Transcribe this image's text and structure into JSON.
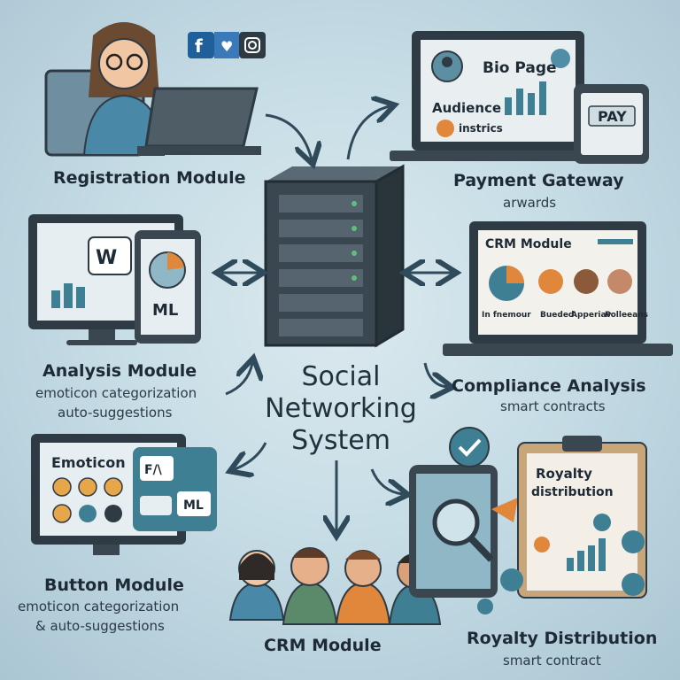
{
  "center": {
    "line1": "Social",
    "line2": "Networking",
    "line3": "System"
  },
  "registration": {
    "label": "Registration Module"
  },
  "payment": {
    "label": "Payment Gateway",
    "sub": "arwards",
    "screen_title": "Bio Page",
    "screen_audience": "Audience",
    "screen_metrics": "instrics",
    "pay_button": "PAY"
  },
  "analysis": {
    "label": "Analysis Module",
    "sub1": "emoticon categorization",
    "sub2": "auto-suggestions",
    "ml_tag": "ML",
    "w_tag": "W"
  },
  "crm_right": {
    "label": "Compliance Analysis",
    "sub": "smart contracts",
    "screen_title": "CRM Module",
    "cols": [
      "In fnemour",
      "Bueded",
      "Apperiav",
      "Polleeans"
    ]
  },
  "button": {
    "label": "Button Module",
    "sub1": "emoticon categorization",
    "sub2": "& auto-suggestions",
    "screen_title": "Emoticon",
    "tag1": "F/\\",
    "tag2": "ML"
  },
  "crm_bottom": {
    "label": "CRM Module"
  },
  "royalty": {
    "label": "Royalty Distribution",
    "sub": "smart contract",
    "board_line1": "Royalty",
    "board_line2": "distribution"
  },
  "colors": {
    "accent": "#3f7f93",
    "orange": "#e0873b",
    "dark": "#2f3b44"
  }
}
